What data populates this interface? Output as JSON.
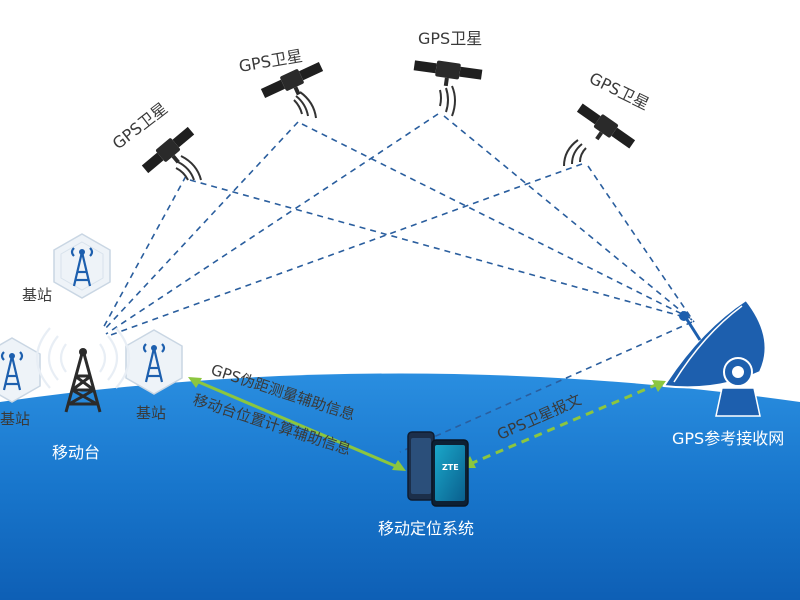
{
  "satellites": [
    {
      "label": "GPS卫星"
    },
    {
      "label": "GPS卫星"
    },
    {
      "label": "GPS卫星"
    },
    {
      "label": "GPS卫星"
    }
  ],
  "base_stations": [
    {
      "label": "基站"
    },
    {
      "label": "基站"
    },
    {
      "label": "基站"
    }
  ],
  "mobile_station": {
    "label": "移动台"
  },
  "positioning_system": {
    "label": "移动定位系统",
    "brand": "ZTE"
  },
  "reference_receiver": {
    "label": "GPS参考接收网"
  },
  "links": {
    "pseudorange_assist": "GPS伪距测量辅助信息",
    "position_calc_assist": "移动台位置计算辅助信息",
    "satellite_message": "GPS卫星报文"
  },
  "colors": {
    "ground": "#1b7fd4",
    "ground_dark": "#0d5fb8",
    "dashed_link": "#2a5e9e",
    "green_link": "#8cc63f",
    "icon_blue": "#1d5fae"
  }
}
